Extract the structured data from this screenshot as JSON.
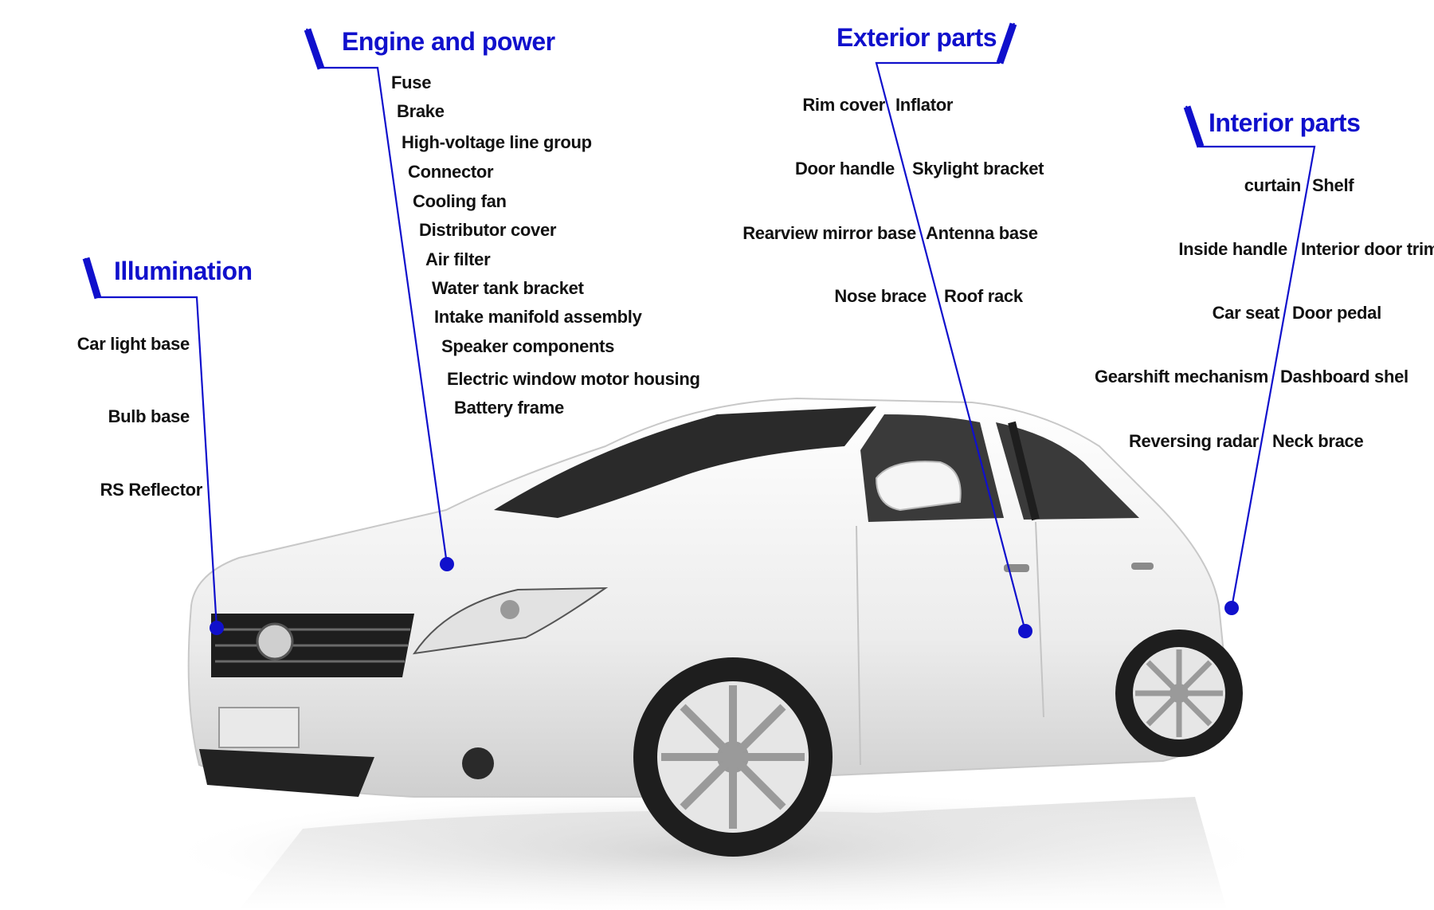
{
  "colors": {
    "accent": "#1010cc",
    "label": "#111111",
    "car_body": "#f2f2f2",
    "car_dark": "#1e1e1e"
  },
  "categories": {
    "illumination": {
      "title": "Illumination",
      "items": [
        "Car light base",
        "Bulb base",
        "RS Reflector"
      ]
    },
    "engine": {
      "title": "Engine and power",
      "items": [
        "Fuse",
        "Brake",
        "High-voltage line group",
        "Connector",
        "Cooling fan",
        "Distributor cover",
        "Air filter",
        "Water tank bracket",
        "Intake manifold assembly",
        "Speaker components",
        "Electric window motor housing",
        "Battery frame"
      ]
    },
    "exterior": {
      "title": "Exterior parts",
      "left": [
        "Rim cover",
        "Door handle",
        "Rearview mirror base",
        "Nose brace"
      ],
      "right": [
        "Inflator",
        "Skylight bracket",
        "Antenna base",
        "Roof rack"
      ]
    },
    "interior": {
      "title": "Interior parts",
      "left": [
        "curtain",
        "Inside handle",
        "Car seat",
        "Gearshift mechanism",
        "Reversing radar"
      ],
      "right": [
        "Shelf",
        "Interior door trim",
        "Door pedal",
        "Dashboard shel",
        "Neck brace"
      ]
    }
  }
}
